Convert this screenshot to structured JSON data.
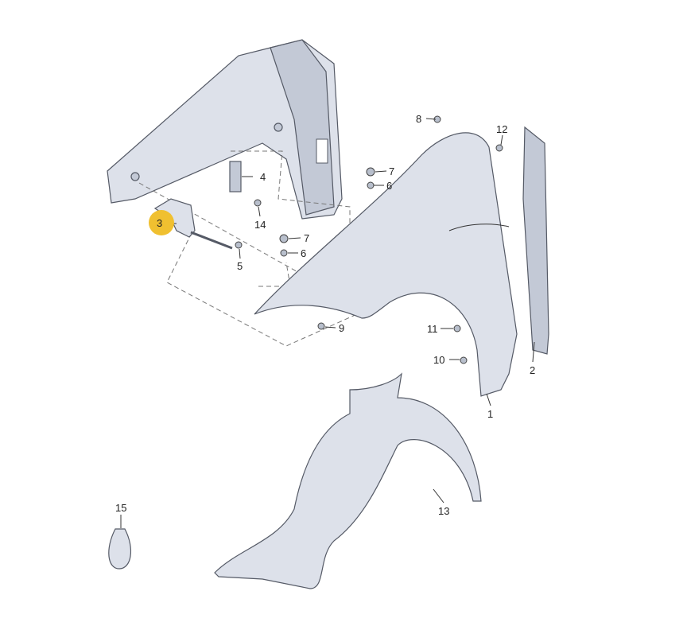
{
  "diagram": {
    "title": "Front fender assembly parts diagram",
    "highlight_color": "#F0C030",
    "labels": {
      "p1": "1",
      "p2": "2",
      "p3": "3",
      "p4": "4",
      "p5": "5",
      "p6a": "6",
      "p6b": "6",
      "p7a": "7",
      "p7b": "7",
      "p8": "8",
      "p9": "9",
      "p10": "10",
      "p11": "11",
      "p12": "12",
      "p13": "13",
      "p14": "14",
      "p15": "15"
    }
  }
}
